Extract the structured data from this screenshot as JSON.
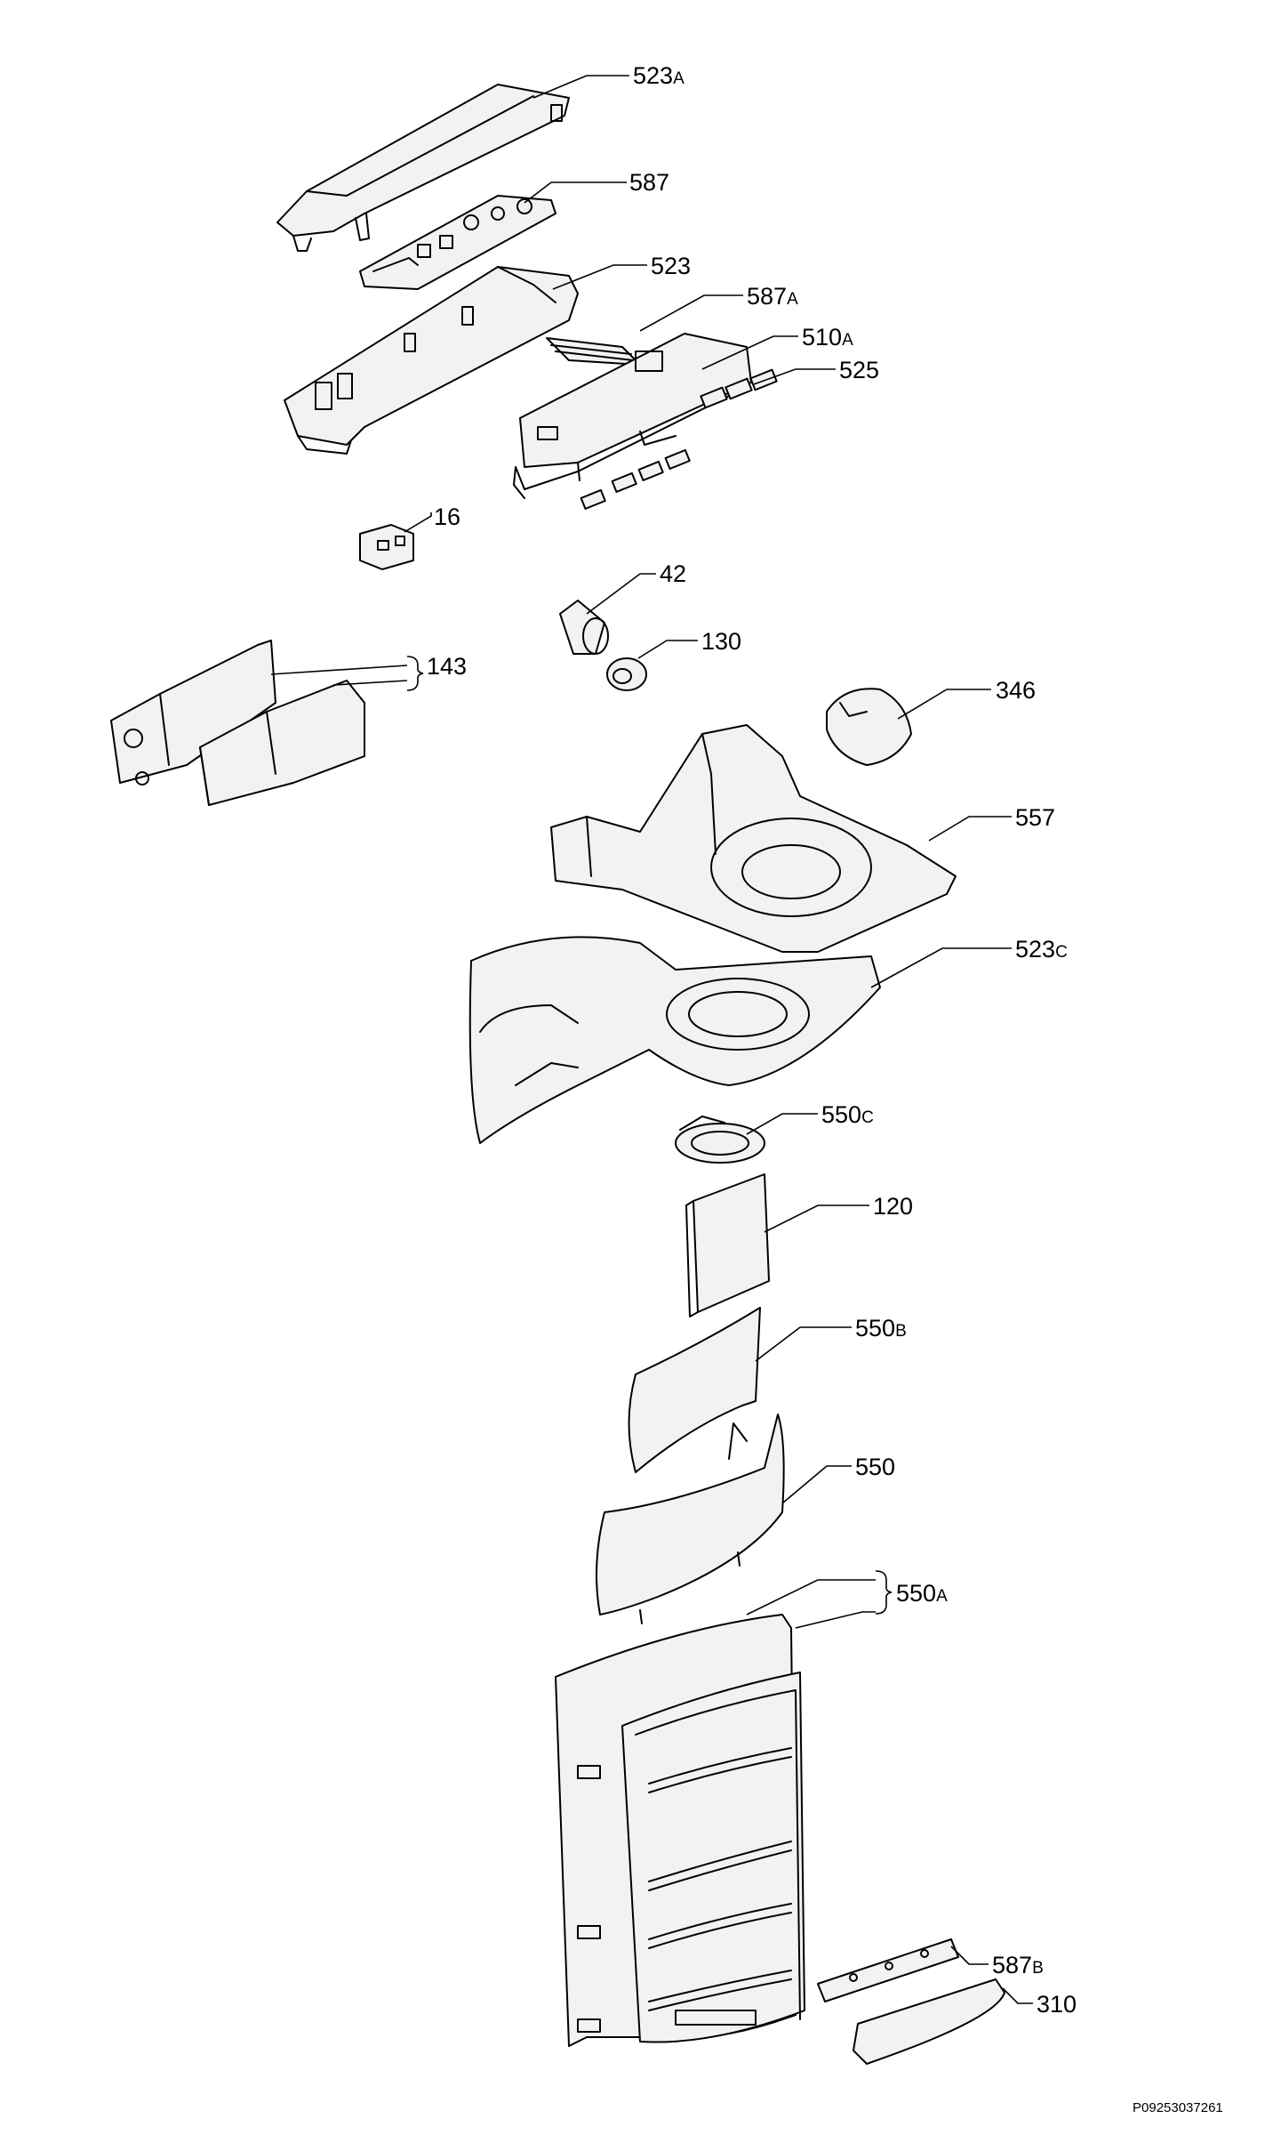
{
  "diagram": {
    "drawing_number": "P09253037261",
    "callouts": [
      {
        "id": "523a",
        "number": "523",
        "suffix": "A"
      },
      {
        "id": "587",
        "number": "587",
        "suffix": ""
      },
      {
        "id": "523",
        "number": "523",
        "suffix": ""
      },
      {
        "id": "587a",
        "number": "587",
        "suffix": "A"
      },
      {
        "id": "510a",
        "number": "510",
        "suffix": "A"
      },
      {
        "id": "525",
        "number": "525",
        "suffix": ""
      },
      {
        "id": "16",
        "number": "16",
        "suffix": ""
      },
      {
        "id": "42",
        "number": "42",
        "suffix": ""
      },
      {
        "id": "130",
        "number": "130",
        "suffix": ""
      },
      {
        "id": "143",
        "number": "143",
        "suffix": ""
      },
      {
        "id": "346",
        "number": "346",
        "suffix": ""
      },
      {
        "id": "557",
        "number": "557",
        "suffix": ""
      },
      {
        "id": "523c",
        "number": "523",
        "suffix": "C"
      },
      {
        "id": "550c",
        "number": "550",
        "suffix": "C"
      },
      {
        "id": "120",
        "number": "120",
        "suffix": ""
      },
      {
        "id": "550b",
        "number": "550",
        "suffix": "B"
      },
      {
        "id": "550",
        "number": "550",
        "suffix": ""
      },
      {
        "id": "550a",
        "number": "550",
        "suffix": "A"
      },
      {
        "id": "587b",
        "number": "587",
        "suffix": "B"
      },
      {
        "id": "310",
        "number": "310",
        "suffix": ""
      }
    ]
  }
}
